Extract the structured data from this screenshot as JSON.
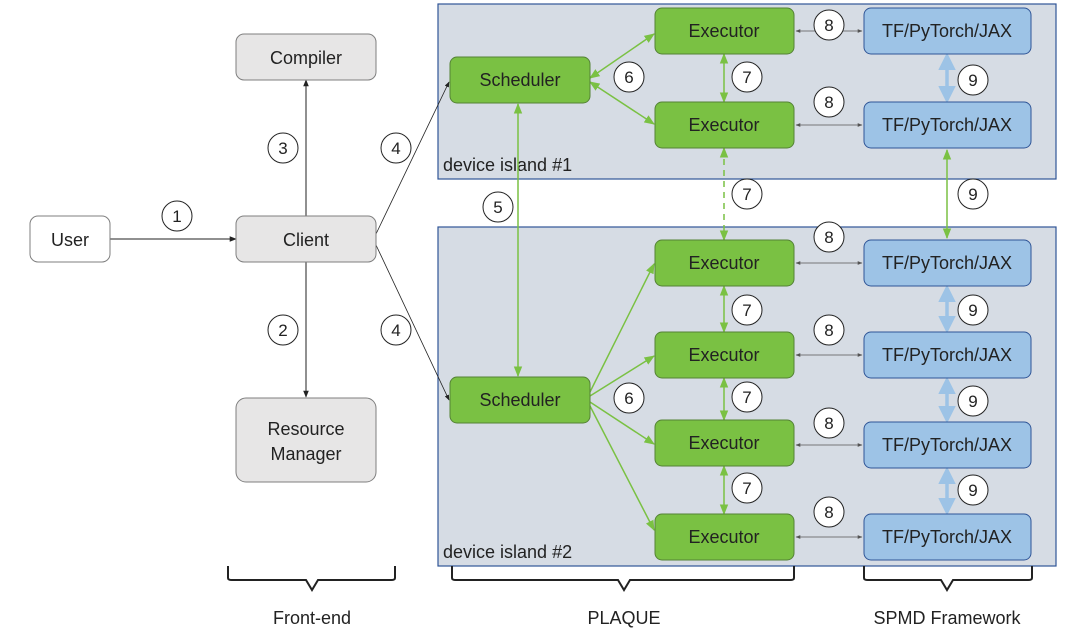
{
  "nodes": {
    "user": "User",
    "compiler": "Compiler",
    "client": "Client",
    "resource_manager": [
      "Resource",
      "Manager"
    ],
    "scheduler": "Scheduler",
    "executor": "Executor",
    "framework": "TF/PyTorch/JAX"
  },
  "islands": {
    "island1": "device island #1",
    "island2": "device island #2"
  },
  "steps": [
    "1",
    "2",
    "3",
    "4",
    "5",
    "6",
    "7",
    "8",
    "9"
  ],
  "groups": {
    "frontend": "Front-end",
    "plaque": "PLAQUE",
    "spmd": "SPMD Framework"
  },
  "colors": {
    "green": "#8dc63f",
    "green_fill": "#7ac143",
    "blue_fill": "#9dc3e6",
    "island_fill": "#d6dce4",
    "gray_fill": "#e7e6e6",
    "blue_arrow": "#9dc3e6"
  }
}
